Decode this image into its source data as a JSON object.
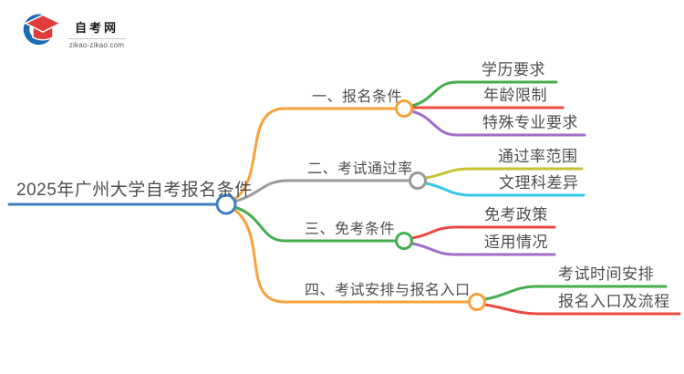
{
  "logo": {
    "title": "自考网",
    "domain": "zikao-zikao.com",
    "icon": "graduation-cap-logo-icon",
    "icon_blue": "#1c6ab2",
    "icon_red": "#e03c3c"
  },
  "mindmap": {
    "root": {
      "label": "2025年广州大学自考报名条件",
      "color": "#3e7fc1"
    },
    "branches": [
      {
        "label": "一、报名条件",
        "color": "#f7a13c",
        "children": [
          {
            "label": "学历要求",
            "color": "#44ad4c"
          },
          {
            "label": "年龄限制",
            "color": "#ea4b3e"
          },
          {
            "label": "特殊专业要求",
            "color": "#a06dc8"
          }
        ]
      },
      {
        "label": "二、考试通过率",
        "color": "#9a9a9a",
        "children": [
          {
            "label": "通过率范围",
            "color": "#c6c32f"
          },
          {
            "label": "文理科差异",
            "color": "#32c8e8"
          }
        ]
      },
      {
        "label": "三、免考条件",
        "color": "#44ad4c",
        "children": [
          {
            "label": "免考政策",
            "color": "#ea4b3e"
          },
          {
            "label": "适用情况",
            "color": "#a06dc8"
          }
        ]
      },
      {
        "label": "四、考试安排与报名入口",
        "color": "#f7a13c",
        "children": [
          {
            "label": "考试时间安排",
            "color": "#44ad4c"
          },
          {
            "label": "报名入口及流程",
            "color": "#ea4b3e"
          }
        ]
      }
    ]
  }
}
